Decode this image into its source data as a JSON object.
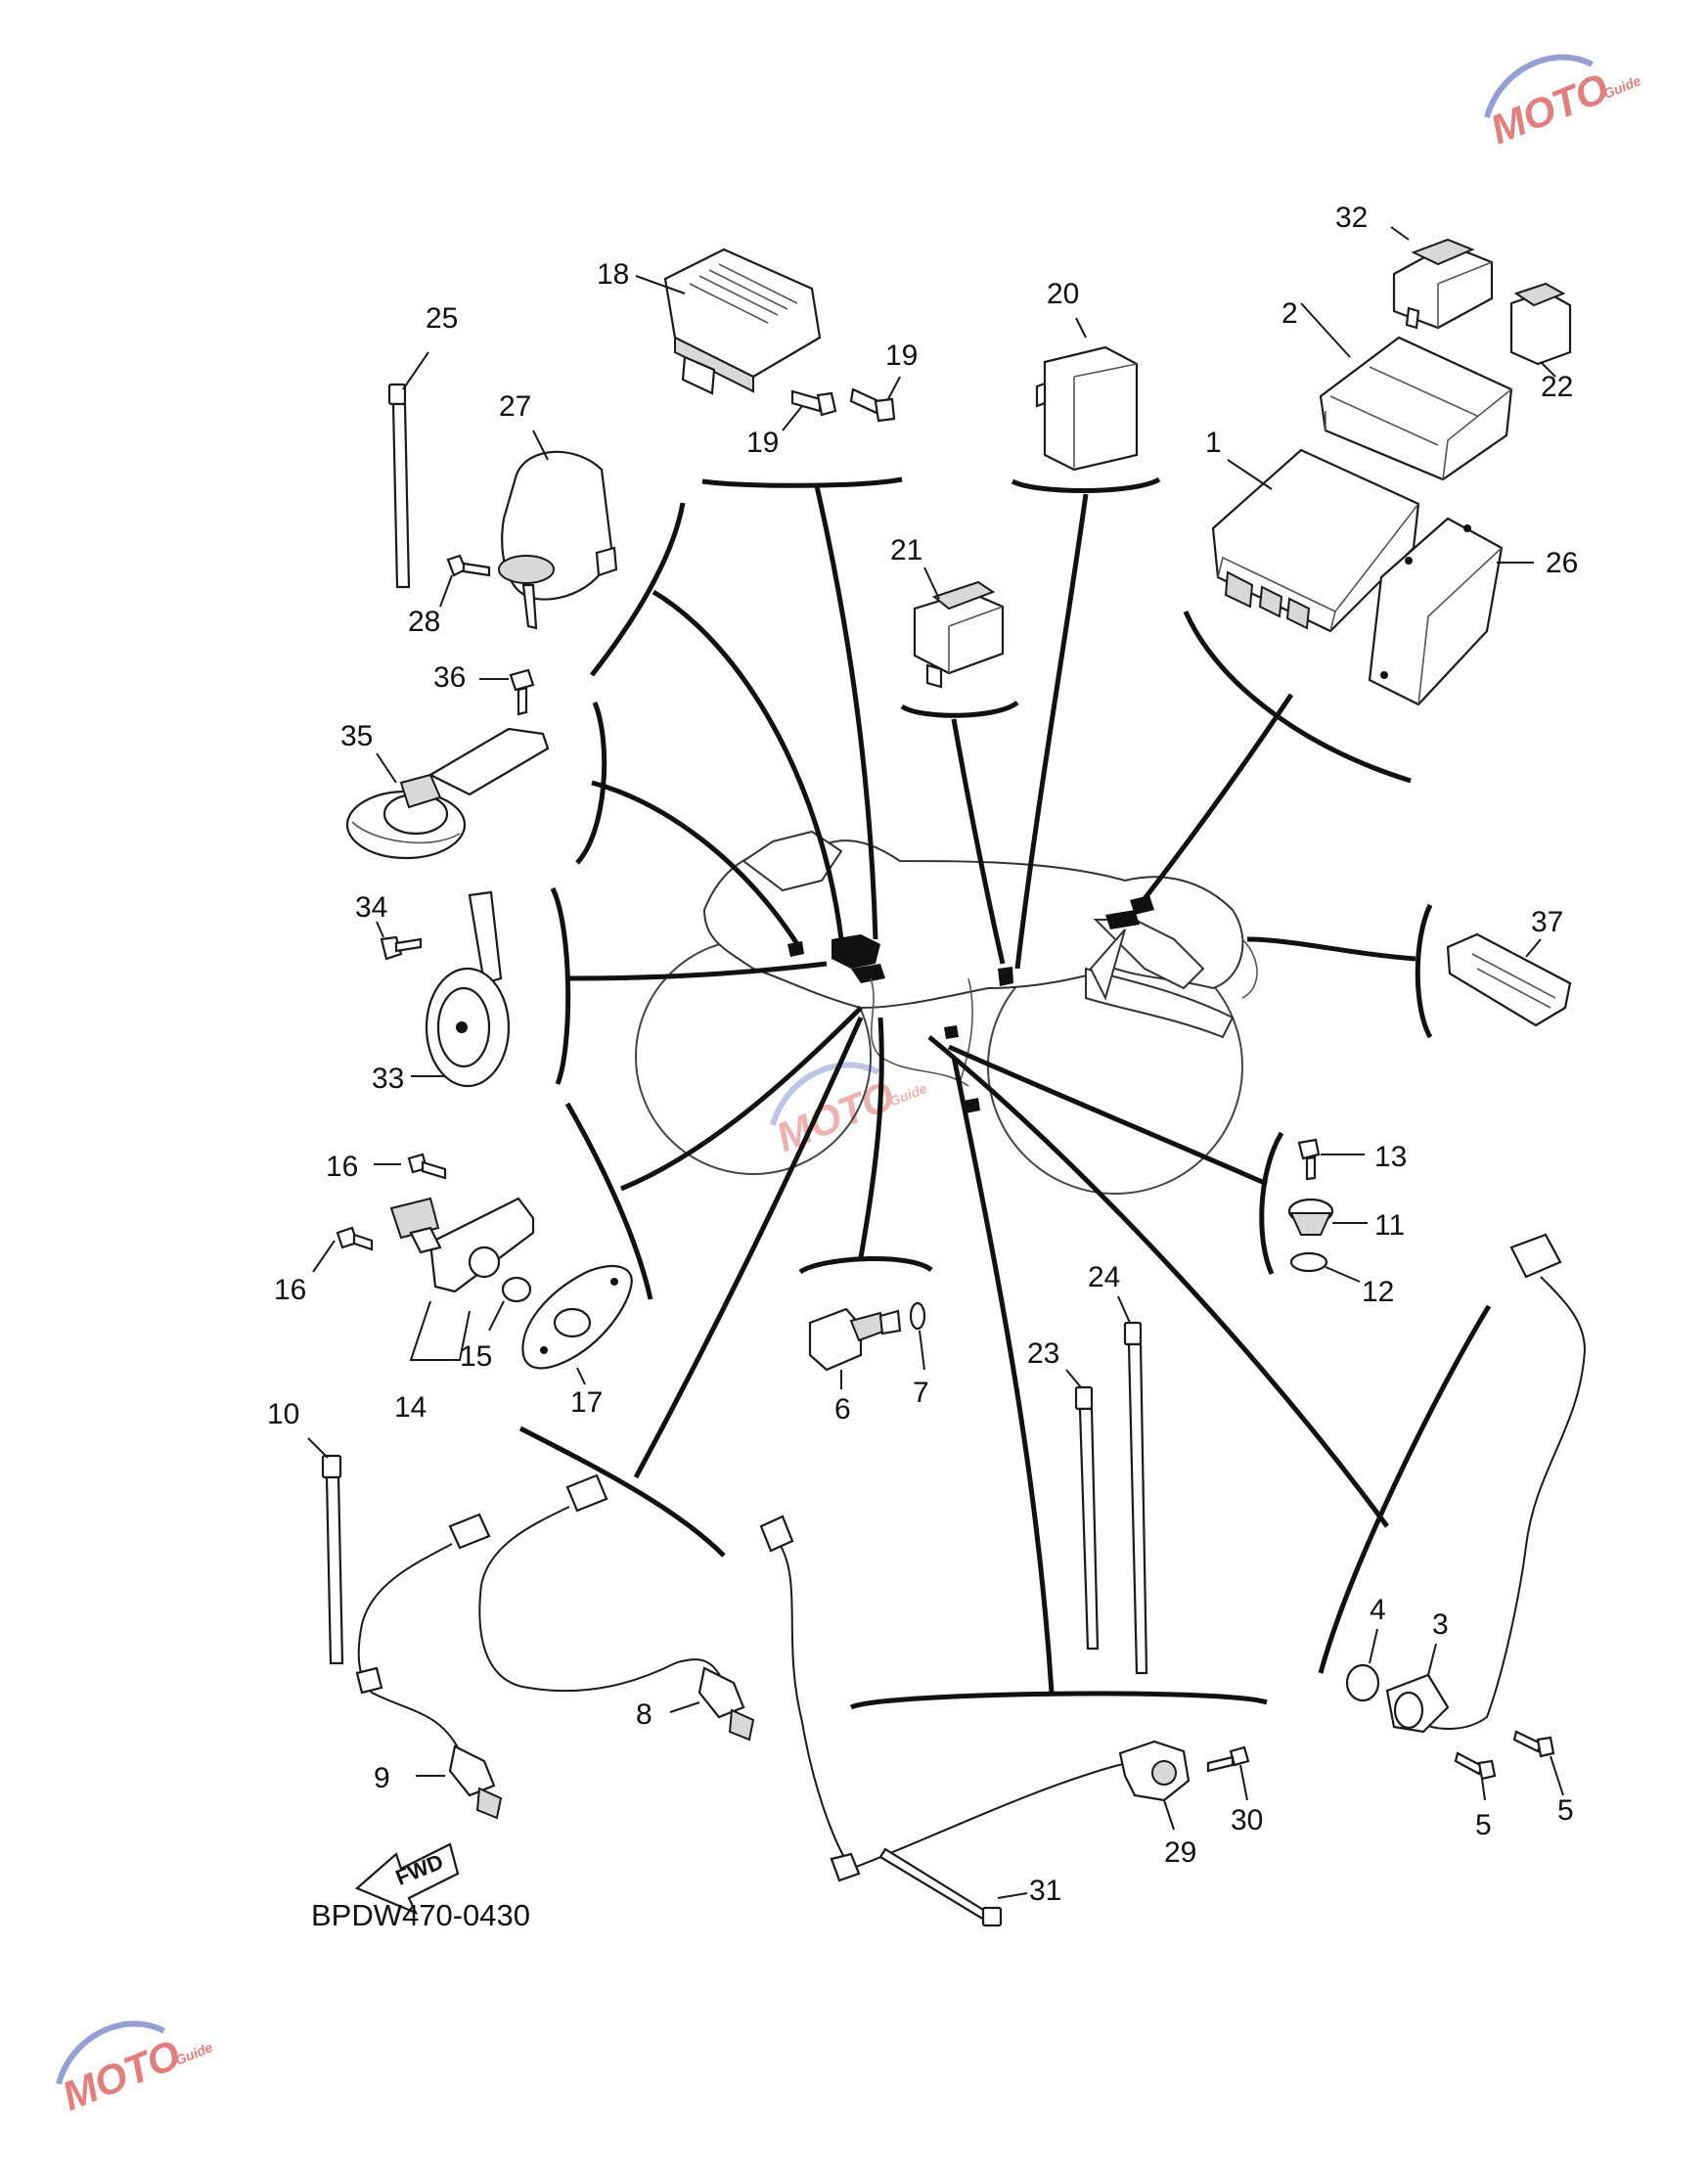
{
  "diagram": {
    "code": "BPDW470-0430",
    "fwd_label": "FWD",
    "watermark_text": "MOTO",
    "watermark_sub": "Guide",
    "colors": {
      "line": "#111111",
      "watermark_red": "#d9534f",
      "watermark_blue": "#6f7fc8"
    },
    "callouts": [
      {
        "id": "c1",
        "text": "1"
      },
      {
        "id": "c2",
        "text": "2"
      },
      {
        "id": "c3",
        "text": "3"
      },
      {
        "id": "c4",
        "text": "4"
      },
      {
        "id": "c5a",
        "text": "5"
      },
      {
        "id": "c5b",
        "text": "5"
      },
      {
        "id": "c6",
        "text": "6"
      },
      {
        "id": "c7",
        "text": "7"
      },
      {
        "id": "c8",
        "text": "8"
      },
      {
        "id": "c9",
        "text": "9"
      },
      {
        "id": "c10",
        "text": "10"
      },
      {
        "id": "c11",
        "text": "11"
      },
      {
        "id": "c12",
        "text": "12"
      },
      {
        "id": "c13",
        "text": "13"
      },
      {
        "id": "c14",
        "text": "14"
      },
      {
        "id": "c15",
        "text": "15"
      },
      {
        "id": "c16a",
        "text": "16"
      },
      {
        "id": "c16b",
        "text": "16"
      },
      {
        "id": "c17",
        "text": "17"
      },
      {
        "id": "c18",
        "text": "18"
      },
      {
        "id": "c19a",
        "text": "19"
      },
      {
        "id": "c19b",
        "text": "19"
      },
      {
        "id": "c20",
        "text": "20"
      },
      {
        "id": "c21",
        "text": "21"
      },
      {
        "id": "c22",
        "text": "22"
      },
      {
        "id": "c23",
        "text": "23"
      },
      {
        "id": "c24",
        "text": "24"
      },
      {
        "id": "c25",
        "text": "25"
      },
      {
        "id": "c26",
        "text": "26"
      },
      {
        "id": "c27",
        "text": "27"
      },
      {
        "id": "c28",
        "text": "28"
      },
      {
        "id": "c29",
        "text": "29"
      },
      {
        "id": "c30",
        "text": "30"
      },
      {
        "id": "c31",
        "text": "31"
      },
      {
        "id": "c32",
        "text": "32"
      },
      {
        "id": "c33",
        "text": "33"
      },
      {
        "id": "c34",
        "text": "34"
      },
      {
        "id": "c35",
        "text": "35"
      },
      {
        "id": "c36",
        "text": "36"
      },
      {
        "id": "c37",
        "text": "37"
      }
    ]
  }
}
